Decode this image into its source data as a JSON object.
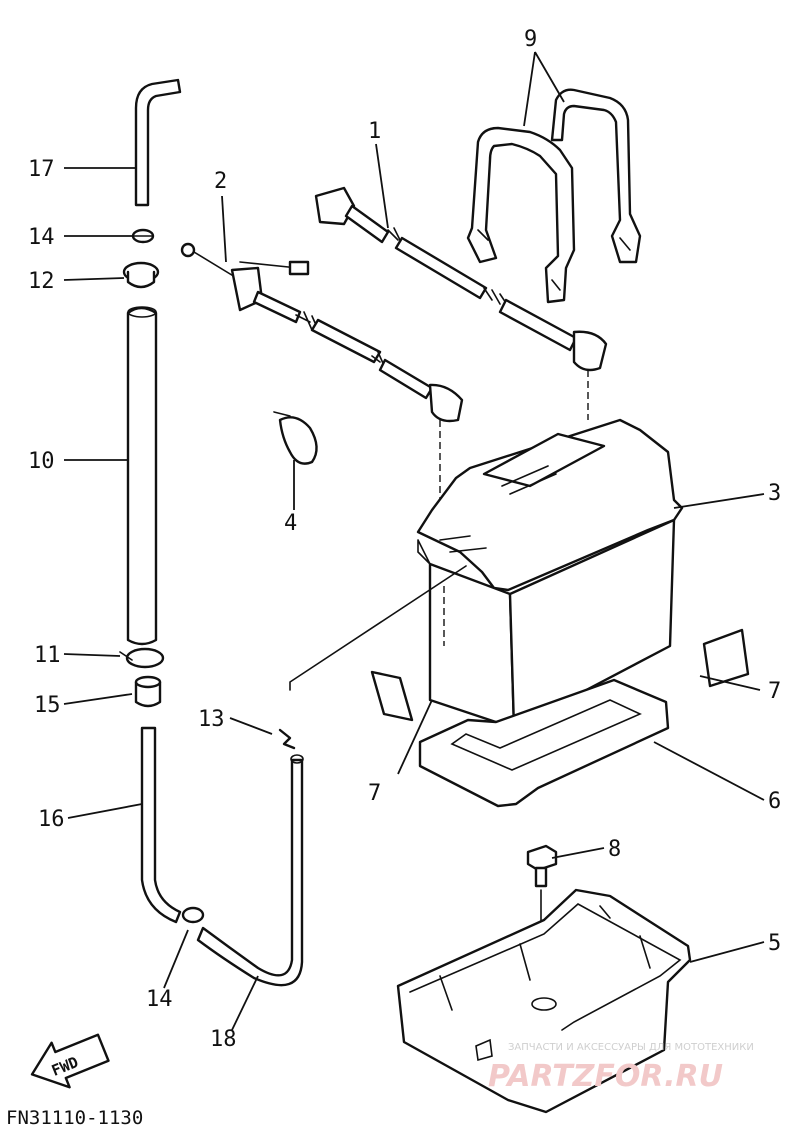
{
  "callouts": {
    "c1": "1",
    "c2": "2",
    "c3": "3",
    "c4": "4",
    "c5": "5",
    "c6": "6",
    "c7a": "7",
    "c7b": "7",
    "c8": "8",
    "c9": "9",
    "c10": "10",
    "c11": "11",
    "c12": "12",
    "c13": "13",
    "c14a": "14",
    "c14b": "14",
    "c15": "15",
    "c16": "16",
    "c17": "17",
    "c18": "18"
  },
  "fwd_label": "FWD",
  "reference_code": "FN31110-1130",
  "watermark": {
    "tagline": "ЗАПЧАСТИ И АКСЕССУАРЫ ДЛЯ МОТОТЕХНИКИ",
    "brand": "PARTZFOR.RU"
  }
}
